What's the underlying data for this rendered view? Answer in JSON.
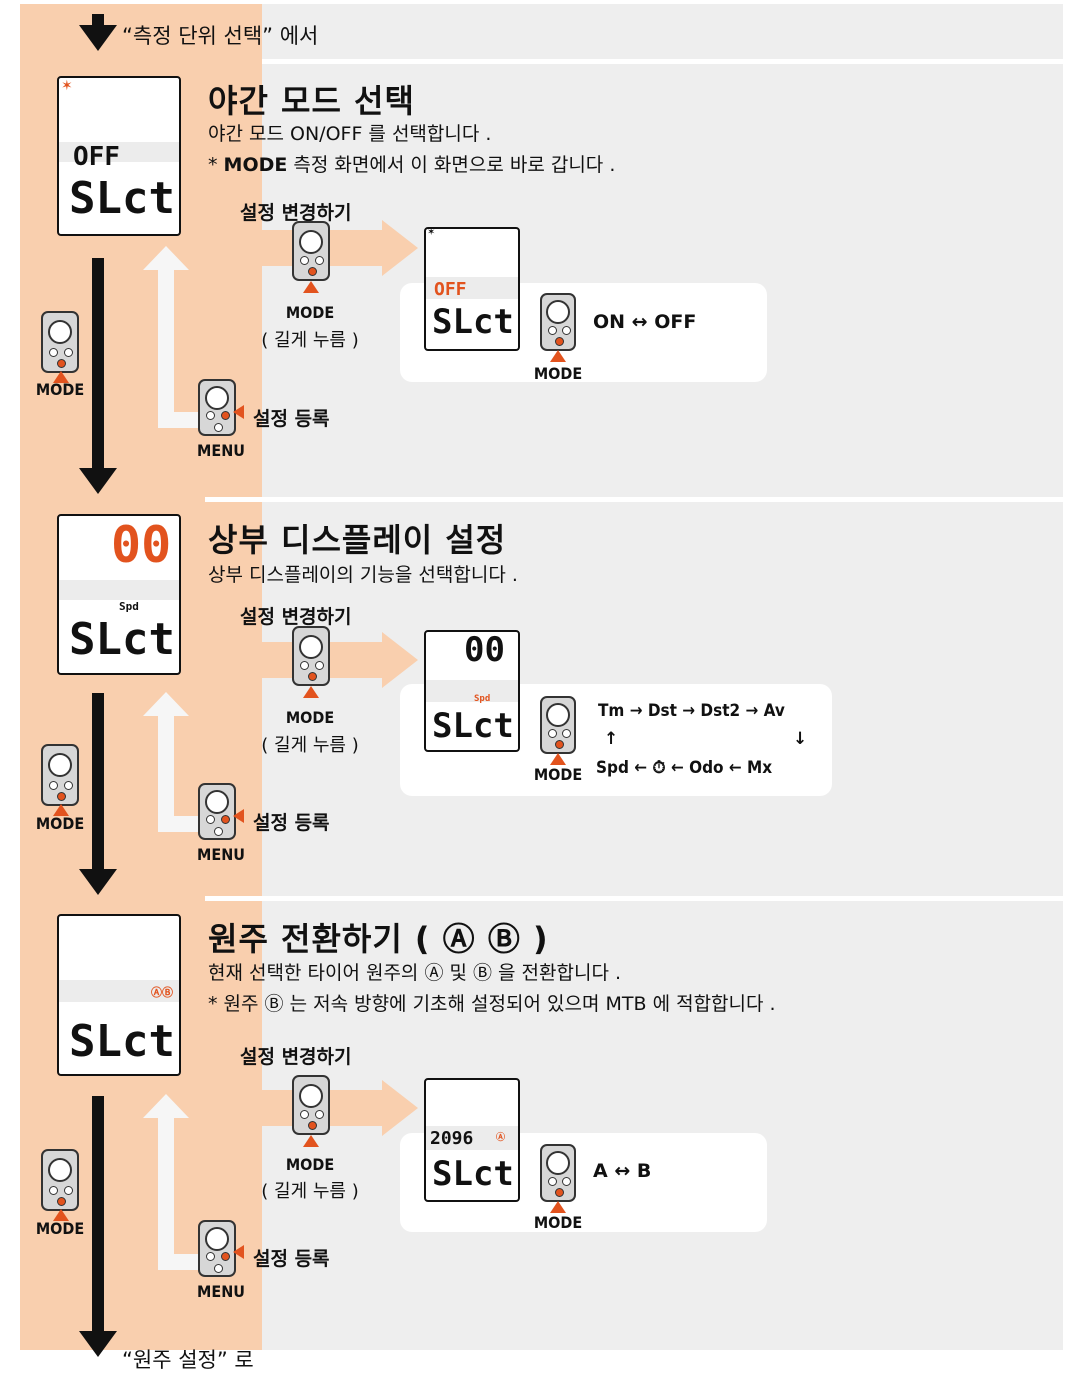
{
  "top_note": "“측정 단위 선택” 에서",
  "bottom_note": "“원주 설정” 로",
  "colors": {
    "accent": "#e2531e",
    "peach": "#f9cfae",
    "panel": "#eeeeee"
  },
  "buttons": {
    "mode": "MODE",
    "menu": "MENU",
    "long_press": "( 길게 누름 )",
    "register": "설정 등록",
    "change": "설정 변경하기"
  },
  "lcd": {
    "slct": "SLct",
    "off": "OFF",
    "zero": "00",
    "spd": "Spd",
    "ab": "ⒶⒷ",
    "a": "Ⓐ",
    "wheel": "2096"
  },
  "section1": {
    "title": "야간 모드 선택",
    "desc1": "야간 모드 ON/OFF 를 선택합니다 .",
    "desc2_prefix": "* ",
    "desc2_bold": "MODE",
    "desc2_rest": " 측정 화면에서 이 화면으로 바로 갑니다 .",
    "toggle": "ON ↔ OFF"
  },
  "section2": {
    "title": "상부 디스플레이 설정",
    "desc1": "상부 디스플레이의 기능을 선택합니다 .",
    "flow_top": "Tm → Dst → Dst2 → Av",
    "flow_up": "↑",
    "flow_down": "↓",
    "flow_bottom": "Spd ← ⏱ ← Odo ← Mx"
  },
  "section3": {
    "title": "원주 전환하기 ( Ⓐ Ⓑ )",
    "desc1": "현재 선택한 타이어 원주의 Ⓐ 및 Ⓑ 을 전환합니다 .",
    "desc2": "* 원주 Ⓑ 는 저속 방향에 기초해 설정되어 있으며 MTB 에 적합합니다 .",
    "toggle": "A ↔ B"
  }
}
